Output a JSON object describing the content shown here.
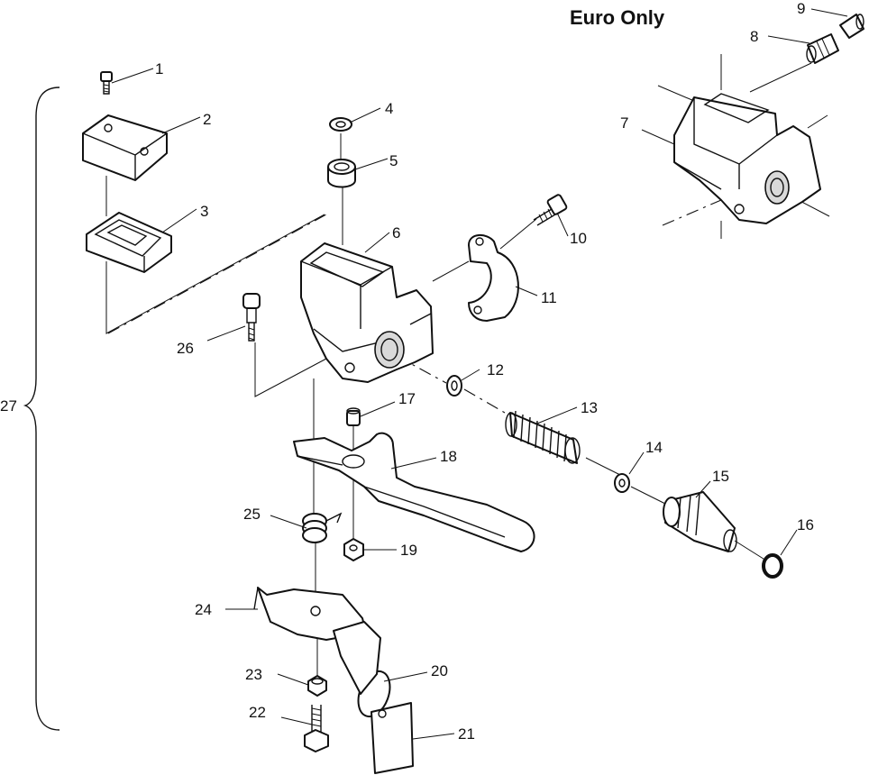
{
  "diagram": {
    "title": "Euro Only",
    "callouts": [
      "1",
      "2",
      "3",
      "4",
      "5",
      "6",
      "7",
      "8",
      "9",
      "10",
      "11",
      "12",
      "13",
      "14",
      "15",
      "16",
      "17",
      "18",
      "19",
      "20",
      "21",
      "22",
      "23",
      "24",
      "25",
      "26",
      "27"
    ]
  }
}
